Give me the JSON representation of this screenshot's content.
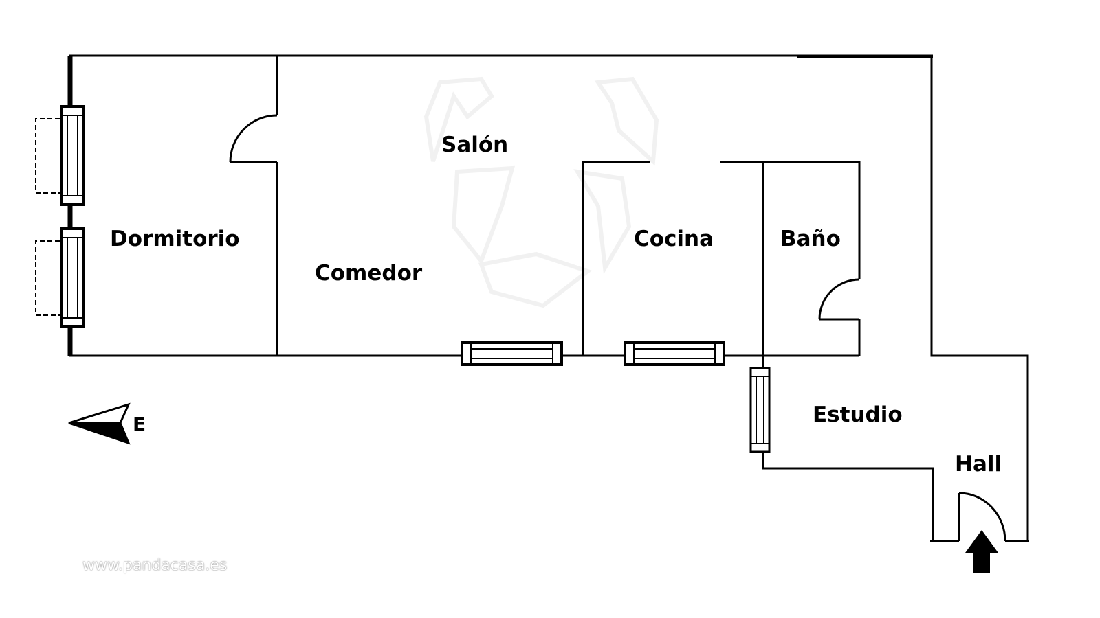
{
  "rooms": {
    "dormitorio": "Dormitorio",
    "salon": "Salón",
    "comedor": "Comedor",
    "cocina": "Cocina",
    "bano": "Baño",
    "estudio": "Estudio",
    "hall": "Hall"
  },
  "compass": {
    "label": "E",
    "icon": "compass-arrow-icon"
  },
  "entrance": {
    "icon": "entrance-arrow-icon"
  },
  "watermark": "www.pandacasa.es",
  "colors": {
    "wall": "#000000",
    "background": "#ffffff"
  }
}
